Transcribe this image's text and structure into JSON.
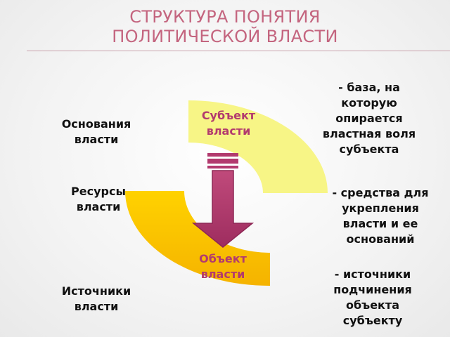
{
  "title": {
    "line1": "СТРУКТУРА ПОНЯТИЯ",
    "line2": "ПОЛИТИЧЕСКОЙ ВЛАСТИ"
  },
  "colors": {
    "title": "#c4657f",
    "upper_arc": "#f7f586",
    "lower_arc_outer": "#ffd200",
    "lower_arc_inner": "#f5b300",
    "arrow_fill": "#b23a6e",
    "arrow_stroke": "#8e2755",
    "node_text": "#b23a6e"
  },
  "nodes": {
    "subject": "Субъект\nвласти",
    "object": "Объект\nвласти"
  },
  "left_labels": {
    "grounds": "Основания\nвласти",
    "resources": "Ресурсы\nвласти",
    "sources": "Источники\nвласти"
  },
  "right_labels": {
    "grounds_desc": "- база, на\nкоторую\nопирается\nвластная воля\nсубъекта",
    "resources_desc": "- средства для\nукрепления\nвласти и ее\nоснований",
    "sources_desc": "- источники\nподчинения\nобъекта\nсубъекту"
  }
}
